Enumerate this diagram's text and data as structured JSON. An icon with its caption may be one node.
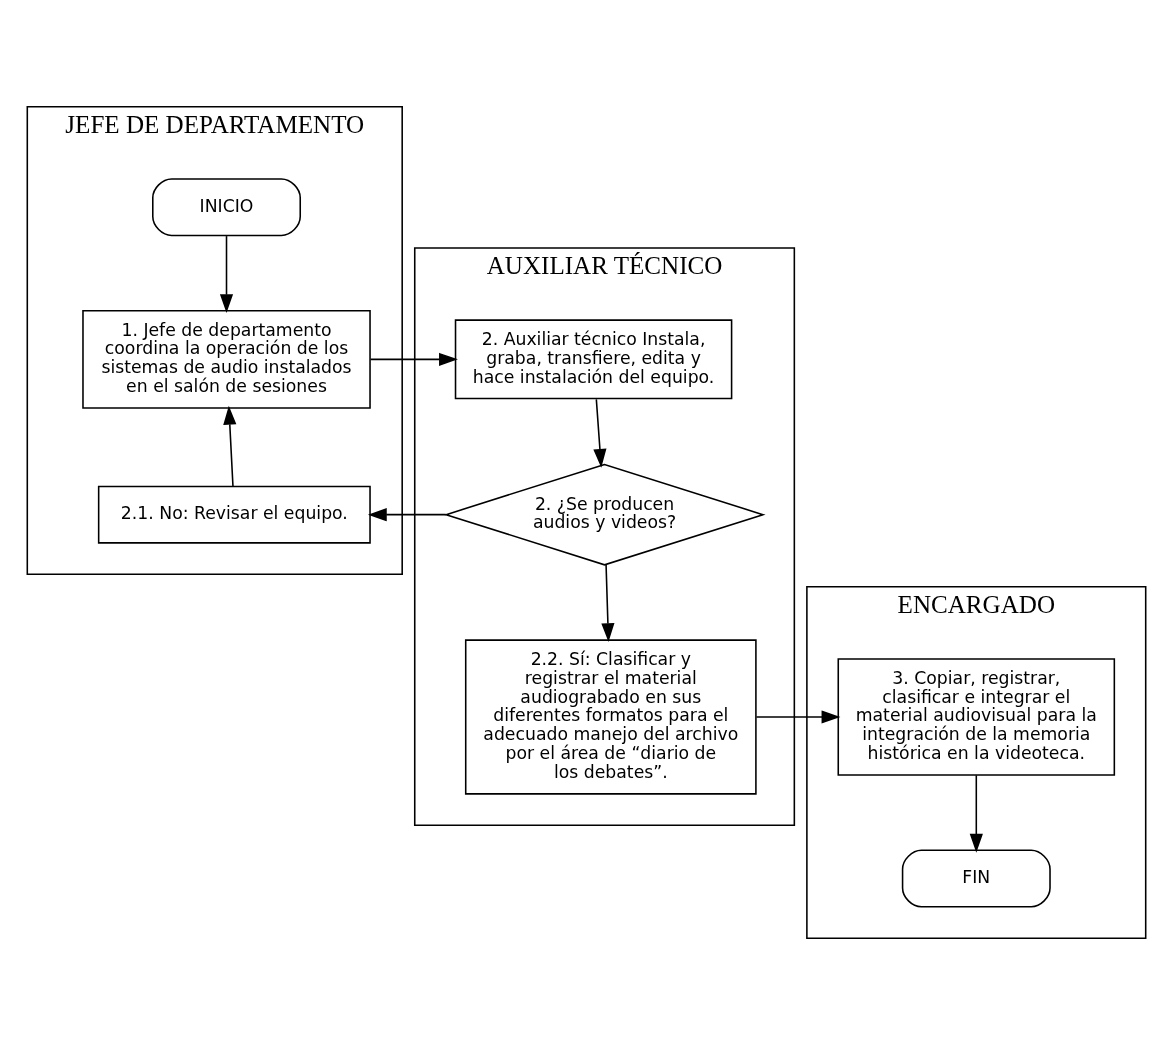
{
  "diagram": {
    "nodes": [
      {
        "text": [
          "JEFE DE DEPARTAMENTO"
        ]
      },
      {
        "text": [
          "AUXILIAR TÉCNICO"
        ]
      },
      {
        "text": [
          "ENCARGADO"
        ]
      },
      {
        "text": [
          "INICIO"
        ],
        "in": 0
      },
      {
        "text": [
          "1. Jefe de departamento coordina la operación de los sistemas de audio instalados en el salón de sesiones"
        ],
        "in": 0
      },
      {
        "text": [
          "2.1. No: Revisar el equipo."
        ],
        "in": 0
      },
      {
        "text": [
          "2. Auxiliar técnico Instala, graba, transfiere, edita y hace instalación del equipo."
        ],
        "in": 1
      },
      {
        "text": [
          "2. ¿Se producen audios y videos?"
        ],
        "in": 1
      },
      {
        "text": [
          "2.2. Sí: Clasificar y registrar el material audiograbado en sus diferentes formatos para el adecuado manejo del archivo por el área de “diario de los debates”."
        ],
        "in": 1
      },
      {
        "text": [
          "3. Copiar, registrar, clasificar e integrar el material audiovisual para la integración de la memoria histórica en la videoteca."
        ],
        "in": 2
      },
      {
        "text": [
          "FIN"
        ],
        "in": 2
      }
    ],
    "edges": [
      {
        "from": 3,
        "to": 4,
        "arrow": "to"
      },
      {
        "from": 4,
        "to": 6,
        "arrow": "to"
      },
      {
        "from": 6,
        "to": 7,
        "arrow": "to"
      },
      {
        "from": 7,
        "to": 5,
        "arrow": "to"
      },
      {
        "from": 5,
        "to": 4,
        "arrow": "to"
      },
      {
        "from": 7,
        "to": 8,
        "arrow": "to"
      },
      {
        "from": 8,
        "to": 9,
        "arrow": "to"
      },
      {
        "from": 9,
        "to": 10,
        "arrow": "to"
      }
    ]
  }
}
